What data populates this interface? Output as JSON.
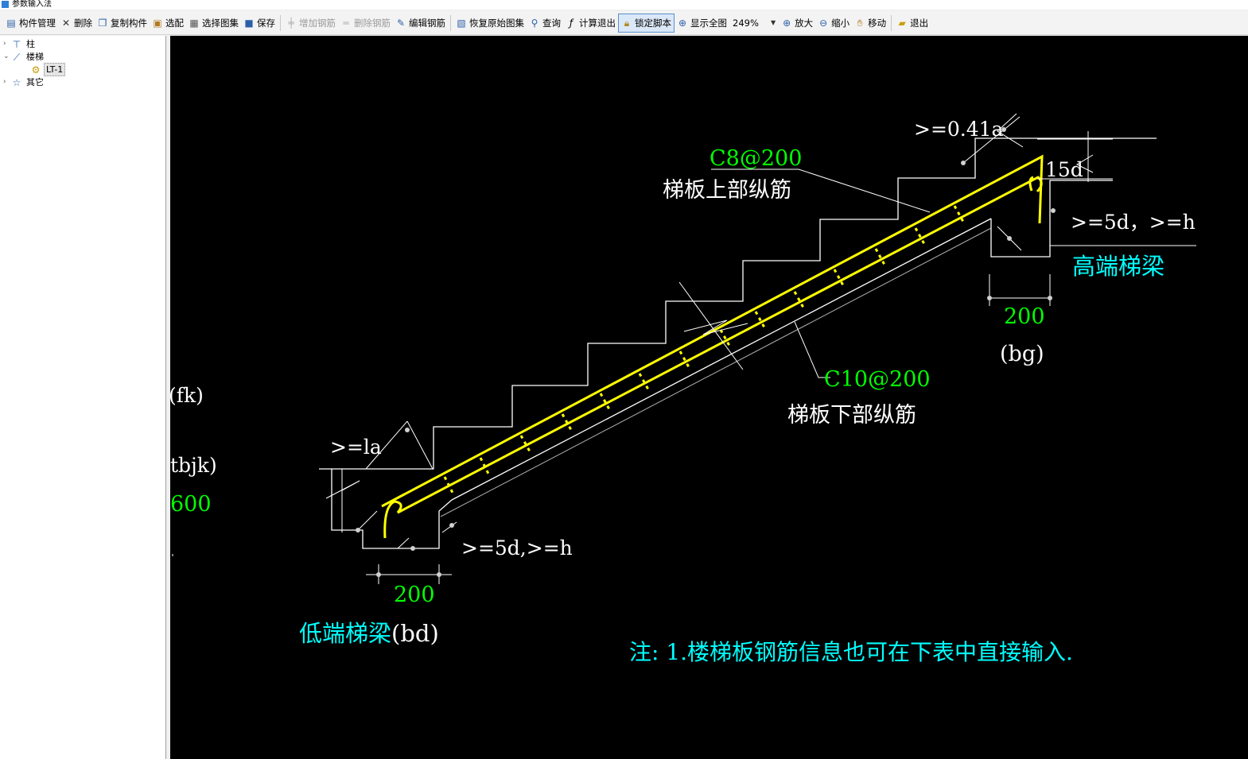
{
  "window": {
    "title": "参数输入法"
  },
  "toolbar": {
    "items": [
      {
        "label": "构件管理",
        "icon": "component-manager-icon",
        "enabled": true
      },
      {
        "label": "删除",
        "icon": "delete-icon",
        "enabled": true
      },
      {
        "label": "复制构件",
        "icon": "copy-icon",
        "enabled": true
      },
      {
        "label": "选配",
        "icon": "select-match-icon",
        "enabled": true
      },
      {
        "label": "选择图集",
        "icon": "atlas-icon",
        "enabled": true
      },
      {
        "label": "保存",
        "icon": "save-icon",
        "enabled": true
      },
      {
        "label": "增加钢筋",
        "icon": "add-rebar-icon",
        "enabled": false
      },
      {
        "label": "删除钢筋",
        "icon": "delete-rebar-icon",
        "enabled": false
      },
      {
        "label": "编辑钢筋",
        "icon": "edit-rebar-icon",
        "enabled": true
      },
      {
        "label": "恢复原始图集",
        "icon": "restore-atlas-icon",
        "enabled": true
      },
      {
        "label": "查询",
        "icon": "query-icon",
        "enabled": true
      },
      {
        "label": "计算退出",
        "icon": "formula-icon",
        "enabled": true
      },
      {
        "label": "锁定脚本",
        "icon": "lock-icon",
        "enabled": true,
        "active": true
      },
      {
        "label": "显示全图",
        "icon": "zoom-all-icon",
        "enabled": true
      }
    ],
    "zoom_value": "249%",
    "items2": [
      {
        "label": "放大",
        "icon": "zoom-in-icon"
      },
      {
        "label": "缩小",
        "icon": "zoom-out-icon"
      },
      {
        "label": "移动",
        "icon": "pan-icon"
      },
      {
        "label": "退出",
        "icon": "exit-icon"
      }
    ]
  },
  "tree": {
    "nodes": [
      {
        "label": "柱",
        "icon": "column-icon",
        "expanded": false
      },
      {
        "label": "楼梯",
        "icon": "stair-icon",
        "expanded": true
      },
      {
        "label": "LT-1",
        "icon": "gear-icon",
        "selected": true
      },
      {
        "label": "其它",
        "icon": "star-icon",
        "expanded": false
      }
    ]
  },
  "drawing": {
    "colors": {
      "background": "#000000",
      "outline": "#ffffff",
      "rebar": "#ffff00",
      "value": "#00ff00",
      "caption": "#00ffff"
    },
    "top_rebar_spec": "C8@200",
    "top_rebar_label": "梯板上部纵筋",
    "bottom_rebar_spec": "C10@200",
    "bottom_rebar_label": "梯板下部纵筋",
    "top_anchor_dim": ">=0.41a",
    "hook_dim": "15d",
    "high_end_dim": ">=5d，>=h",
    "high_beam_label": "高端梯梁",
    "high_beam_width": "200",
    "high_beam_code": "(bg)",
    "low_anchor_dim": ">=la",
    "low_end_dim": ">=5d,>=h",
    "low_beam_width": "200",
    "low_beam_label": "低端梯梁",
    "low_beam_code": "(bd)",
    "left_code_1": "(fk)",
    "left_code_2": "tbjk)",
    "left_value": "600",
    "note": "注: 1.楼梯板钢筋信息也可在下表中直接输入."
  }
}
